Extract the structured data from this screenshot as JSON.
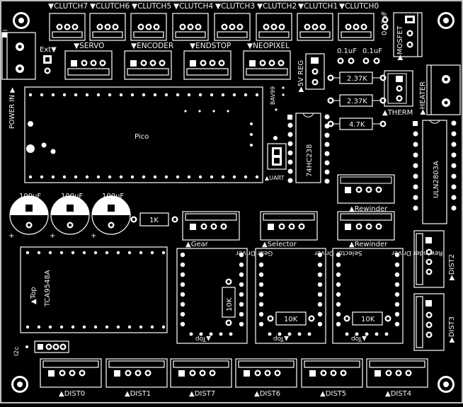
{
  "board": {
    "title": "",
    "colors": {
      "background": "#000000",
      "silk": "#f2f2f2",
      "pad": "#ffffff",
      "hole": "#000000"
    }
  },
  "labels": {
    "clutch7": "▼CLUTCH7",
    "clutch6": "▼CLUTCH6",
    "clutch5": "▼CLUTCH5",
    "clutch4": "▼CLUTCH4",
    "clutch3": "▼CLUTCH3",
    "clutch2": "▼CLUTCH2",
    "clutch1": "▼CLUTCH1",
    "clutch0": "▼CLUTCH0",
    "servo": "▼SERVO",
    "encoder": "▼ENCODER",
    "endstop": "▼ENDSTOP",
    "neopixel": "▼NEOPIXEL",
    "ext": "Ext▼",
    "power_in": "POWER IN ▶",
    "pico": "Pico",
    "bav99": "BAV99",
    "uart": "▲UART",
    "ic_74hc238": "74HC238",
    "reg_5v": "▶5V REG",
    "cap_01a": "0.1uF",
    "cap_01b": "0.1uF",
    "cap_033": "0.33uF",
    "mosfet": "▶MOSFET",
    "r_237a": "2.37K",
    "r_237b": "2.37K",
    "r_47": "4.7K",
    "therm": "▲THERM",
    "heater": "▶HEATER",
    "uln": "ULN2803A",
    "rewinder_top": "▲Rewinder",
    "rewinder_mid": "▲Rewinder",
    "cap_100a": "100uF",
    "cap_100b": "100uF",
    "cap_100c": "100uF",
    "r_1k": "1K",
    "gear": "▲Gear",
    "selector": "▲Selector",
    "gear_driver": "Gear Driver",
    "selector_driver": "Selector Driver",
    "rewinder_driver": "Rewinder Driver",
    "r_10k_a": "10K",
    "r_10k_b": "10K",
    "r_10k_c": "10K",
    "top_a": "▲Top",
    "top_b": "▲Top",
    "top_c": "▲Top",
    "top_d": "▲Top",
    "tca": "TCA9548A",
    "i2c": "I2c",
    "dist0": "▲DIST0",
    "dist1": "▲DIST1",
    "dist7": "▲DIST7",
    "dist6": "▲DIST6",
    "dist5": "▲DIST5",
    "dist4": "▲DIST4",
    "dist2": "▶DIST2",
    "dist3": "▶DIST3",
    "plus": "+"
  },
  "icons": {
    "mounting_hole": "mounting-hole-icon",
    "capacitor": "electrolytic-capacitor-icon",
    "connector": "jst-connector-icon"
  }
}
